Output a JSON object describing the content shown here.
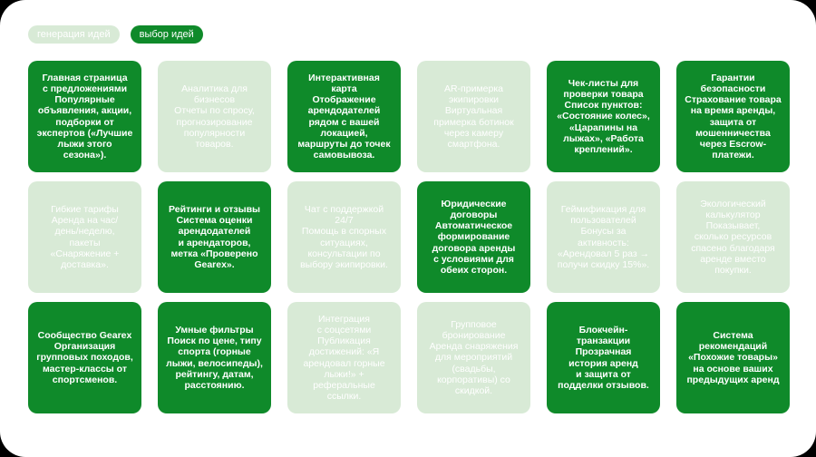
{
  "tabs": {
    "generation": "генерация идей",
    "selection": "выбор идей"
  },
  "cards": [
    {
      "text": "Главная страница\nс предложениями\nПопулярные\nобъявления, акции,\nподборки от\nэкспертов («Лучшие\nлыжи этого\nсезона»).",
      "style": "dark"
    },
    {
      "text": "Аналитика для\nбизнесов\nОтчеты по спросу,\nпрогнозирование\nпопулярности\nтоваров.",
      "style": "light"
    },
    {
      "text": "Интерактивная\nкарта\nОтображение\nарендодателей\nрядом с вашей\nлокацией,\nмаршруты до точек\nсамовывоза.",
      "style": "dark"
    },
    {
      "text": "AR-примерка\nэкипировки\nВиртуальная\nпримерка ботинок\nчерез камеру\nсмартфона.",
      "style": "light"
    },
    {
      "text": "Чек-листы для\nпроверки товара\nСписок пунктов:\n«Состояние колес»,\n«Царапины на\nлыжах», «Работа\nкреплений».",
      "style": "dark"
    },
    {
      "text": "Гарантии\nбезопасности\nСтрахование товара\nна время аренды,\nзащита от\nмошенничества\nчерез Escrow-\nплатежи.",
      "style": "dark"
    },
    {
      "text": "Гибкие тарифы\nАренда на час/\nдень/неделю,\nпакеты\n«Снаряжение +\nдоставка».",
      "style": "light"
    },
    {
      "text": "Рейтинги и отзывы\nСистема оценки\nарендодателей\nи арендаторов,\nметка «Проверено\nGearex».",
      "style": "dark"
    },
    {
      "text": "Чат с поддержкой\n24/7\nПомощь в спорных\nситуациях,\nконсультации по\nвыбору экипировки.",
      "style": "light"
    },
    {
      "text": "Юридические\nдоговоры\nАвтоматическое\nформирование\nдоговора аренды\nс условиями для\nобеих сторон.",
      "style": "dark"
    },
    {
      "text": "Геймификация для\nпользователей\nБонусы за\nактивность:\n«Арендовал 5 раз →\nполучи скидку 15%».",
      "style": "light"
    },
    {
      "text": "Экологический\nкалькулятор\nПоказывает,\nсколько ресурсов\nспасено благодаря\nаренде вместо\nпокупки.",
      "style": "light"
    },
    {
      "text": "Сообщество Gearex\nОрганизация\nгрупповых походов,\nмастер-классы от\nспортсменов.",
      "style": "dark"
    },
    {
      "text": "Умные фильтры\nПоиск по цене, типу\nспорта (горные\nлыжи, велосипеды),\nрейтингу, датам,\nрасстоянию.",
      "style": "dark"
    },
    {
      "text": "Интеграция\nс соцсетями\nПубликация\nдостижений: «Я\nарендовал горные\nлыжи!» +\nреферальные\nссылки.",
      "style": "light"
    },
    {
      "text": "Групповое\nбронирование\nАренда снаряжения\nдля мероприятий\n(свадьбы,\nкорпоративы) со\nскидкой.",
      "style": "light"
    },
    {
      "text": "Блокчейн-\nтранзакции\nПрозрачная\nистория аренд\nи защита от\nподделки отзывов.",
      "style": "dark"
    },
    {
      "text": "Система\nрекомендаций\n«Похожие товары»\nна основе ваших\nпредыдущих аренд",
      "style": "dark"
    }
  ]
}
